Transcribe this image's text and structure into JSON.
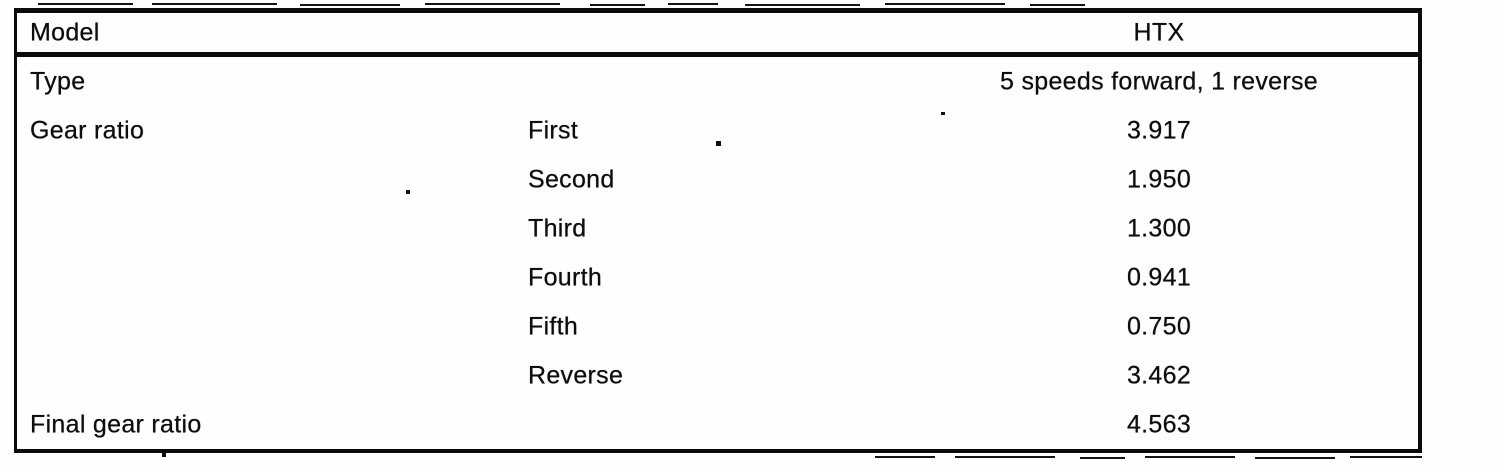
{
  "table": {
    "header": {
      "col1": "Model",
      "col3": "HTX"
    },
    "rows": [
      {
        "label": "Type",
        "gear": "",
        "value": "5 speeds forward, 1 reverse"
      },
      {
        "label": "Gear ratio",
        "gear": "First",
        "value": "3.917"
      },
      {
        "label": "",
        "gear": "Second",
        "value": "1.950"
      },
      {
        "label": "",
        "gear": "Third",
        "value": "1.300"
      },
      {
        "label": "",
        "gear": "Fourth",
        "value": "0.941"
      },
      {
        "label": "",
        "gear": "Fifth",
        "value": "0.750"
      },
      {
        "label": "",
        "gear": "Reverse",
        "value": "3.462"
      },
      {
        "label": "Final gear ratio",
        "gear": "",
        "value": "4.563"
      }
    ],
    "border_color": "#0b0b0b",
    "text_color": "#0d0d0d"
  }
}
